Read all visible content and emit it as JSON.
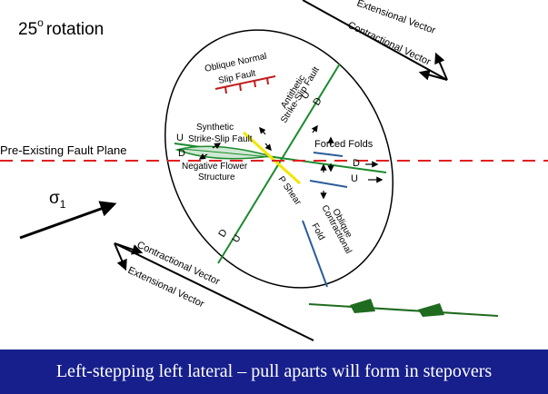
{
  "rotation_label": "25",
  "rotation_suffix": "rotation",
  "labels": {
    "extensional_vector_top": "Extensional Vector",
    "contractional_vector_top": "Contractional Vector",
    "oblique_normal_1": "Oblique Normal",
    "oblique_normal_2": "Slip Fault",
    "antithetic_1": "Antithetic",
    "antithetic_2": "Strike-Slip Fault",
    "synthetic_1": "Synthetic",
    "synthetic_2": "Strike-Slip Fault",
    "forced_folds": "Forced Folds",
    "pre_existing_fault": "Pre-Existing Fault Plane",
    "negative_flower_1": "Negative Flower",
    "negative_flower_2": "Structure",
    "p_shear": "P Shear",
    "sigma": "σ",
    "sigma_sub": "1",
    "oblique_contractional_1": "Oblique",
    "oblique_contractional_2": "Contractional",
    "oblique_contractional_3": "Fold",
    "contractional_vector_bottom": "Contractional Vector",
    "extensional_vector_bottom": "Extensional Vector",
    "u": "U",
    "d": "D"
  },
  "banner_text": "Left-stepping left lateral – pull aparts will form in stepovers",
  "colors": {
    "banner": "#171f8c",
    "fault_green": "#1b8a2e",
    "red_dash": "#e02020",
    "blue_fold": "#2a5c9a",
    "yellow_shear": "#f2e600",
    "dark_green_fill": "#1f6b1f"
  }
}
